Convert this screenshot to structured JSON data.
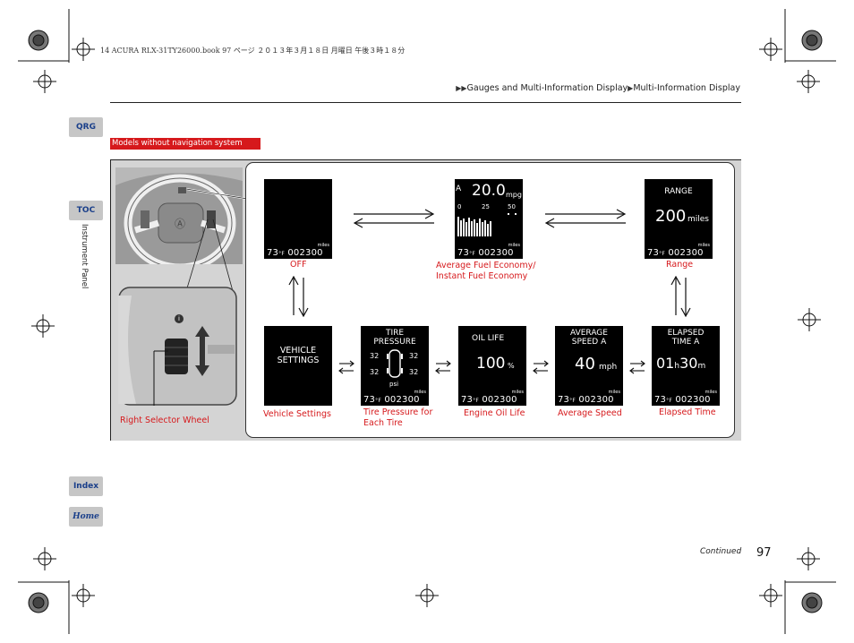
{
  "print_header": "14 ACURA RLX-31TY26000.book  97 ページ  ２０１３年３月１８日  月曜日  午後３時１８分",
  "breadcrumb": {
    "part1": "Gauges and Multi-Information Display",
    "part2": "Multi-Information Display"
  },
  "nav": {
    "qrg": "QRG",
    "toc": "TOC",
    "index": "Index",
    "home": "Home"
  },
  "side_tab": "Instrument Panel",
  "section_label": "Models without navigation system",
  "screens": {
    "off": {
      "caption": "OFF"
    },
    "fuel": {
      "caption_line1": "Average Fuel Economy/",
      "caption_line2": "Instant Fuel Economy",
      "mode_letter": "A",
      "value": "20.0",
      "unit": "mpg",
      "scale": [
        "0",
        "25",
        "50"
      ]
    },
    "range": {
      "caption": "Range",
      "title": "RANGE",
      "value": "200",
      "unit": "miles"
    },
    "vehicle": {
      "caption": "Vehicle Settings",
      "title_line1": "VEHICLE",
      "title_line2": "SETTINGS"
    },
    "tire": {
      "caption_line1": "Tire Pressure for",
      "caption_line2": "Each Tire",
      "title_line1": "TIRE",
      "title_line2": "PRESSURE",
      "fl": "32",
      "fr": "32",
      "rl": "32",
      "rr": "32",
      "unit": "psi"
    },
    "oil": {
      "caption": "Engine Oil Life",
      "title": "OIL LIFE",
      "value": "100",
      "unit": "%"
    },
    "speed": {
      "caption": "Average Speed",
      "title_line1": "AVERAGE",
      "title_line2": "SPEED A",
      "value": "40",
      "unit": "mph"
    },
    "elapsed": {
      "caption": "Elapsed Time",
      "title_line1": "ELAPSED",
      "title_line2": "TIME A",
      "hours": "01",
      "h": "h",
      "minutes": "30",
      "m": "m"
    }
  },
  "status_line": {
    "temp": "73",
    "temp_unit": "°F",
    "odometer": "002300",
    "odo_unit": "miles"
  },
  "wheel_caption": "Right Selector Wheel",
  "info_icon": "i",
  "footer": {
    "continued": "Continued",
    "page": "97"
  },
  "colors": {
    "accent_red": "#d6191c",
    "nav_blue": "#1a3f8a",
    "nav_gray": "#c6c6c6",
    "panel_gray": "#d4d4d4"
  }
}
